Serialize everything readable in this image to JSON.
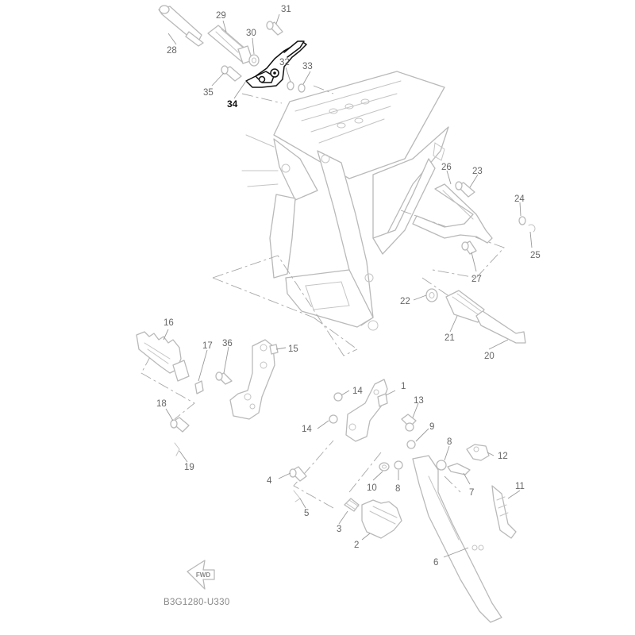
{
  "diagram": {
    "code": "B3G1280-U330",
    "fwd_label": "FWD",
    "highlighted_part": "34",
    "callouts": [
      {
        "id": "1",
        "label": "1"
      },
      {
        "id": "2",
        "label": "2"
      },
      {
        "id": "3",
        "label": "3"
      },
      {
        "id": "4",
        "label": "4"
      },
      {
        "id": "5",
        "label": "5"
      },
      {
        "id": "6",
        "label": "6"
      },
      {
        "id": "7",
        "label": "7"
      },
      {
        "id": "8a",
        "label": "8"
      },
      {
        "id": "8b",
        "label": "8"
      },
      {
        "id": "9",
        "label": "9"
      },
      {
        "id": "10",
        "label": "10"
      },
      {
        "id": "11",
        "label": "11"
      },
      {
        "id": "12",
        "label": "12"
      },
      {
        "id": "13",
        "label": "13"
      },
      {
        "id": "14a",
        "label": "14"
      },
      {
        "id": "14b",
        "label": "14"
      },
      {
        "id": "15",
        "label": "15"
      },
      {
        "id": "16",
        "label": "16"
      },
      {
        "id": "17",
        "label": "17"
      },
      {
        "id": "18",
        "label": "18"
      },
      {
        "id": "19",
        "label": "19"
      },
      {
        "id": "20",
        "label": "20"
      },
      {
        "id": "21",
        "label": "21"
      },
      {
        "id": "22",
        "label": "22"
      },
      {
        "id": "23",
        "label": "23"
      },
      {
        "id": "24",
        "label": "24"
      },
      {
        "id": "25",
        "label": "25"
      },
      {
        "id": "26",
        "label": "26"
      },
      {
        "id": "27",
        "label": "27"
      },
      {
        "id": "28",
        "label": "28"
      },
      {
        "id": "29",
        "label": "29"
      },
      {
        "id": "30",
        "label": "30"
      },
      {
        "id": "31",
        "label": "31"
      },
      {
        "id": "32",
        "label": "32"
      },
      {
        "id": "33",
        "label": "33"
      },
      {
        "id": "34",
        "label": "34"
      },
      {
        "id": "35",
        "label": "35"
      },
      {
        "id": "36",
        "label": "36"
      }
    ]
  }
}
